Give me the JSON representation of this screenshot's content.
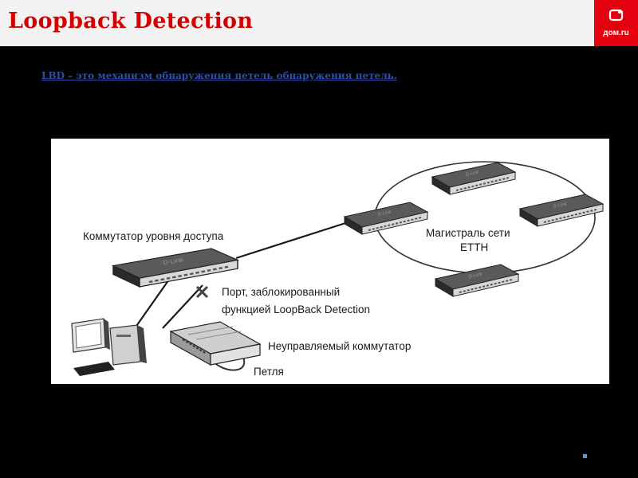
{
  "header": {
    "title": "Loopback Detection",
    "logo_text": "дом.ru",
    "brand_color": "#e3000f"
  },
  "subtitle": "LBD – это механизм обнаружения петель обнаружения петель.",
  "diagram": {
    "access_switch_label": "Коммутатор уровня доступа",
    "backbone_label_line1": "Магистраль сети",
    "backbone_label_line2": "ETTH",
    "blocked_port_line1": "Порт, заблокированный",
    "blocked_port_line2": "функцией LoopBack Detection",
    "unmanaged_switch_label": "Неуправляемый коммутатор",
    "loop_label": "Петля"
  },
  "icons": [
    "logo-icon",
    "switch-icon",
    "computer-icon",
    "blocked-x-icon",
    "bullet-icon"
  ]
}
